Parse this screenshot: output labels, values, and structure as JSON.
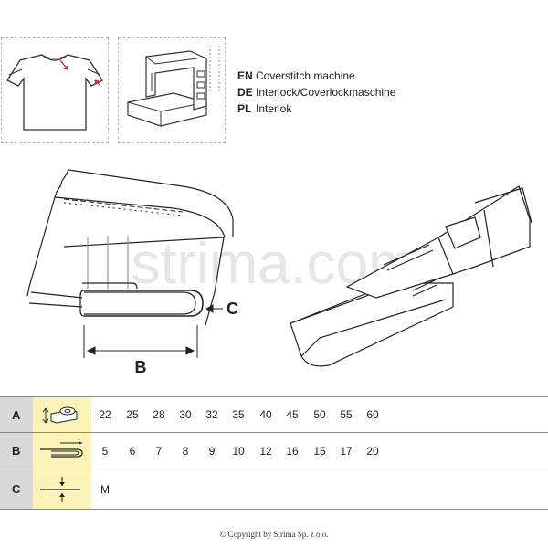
{
  "languages": [
    {
      "code": "EN",
      "text": "Coverstitch machine"
    },
    {
      "code": "DE",
      "text": "Interlock/Coverlockmaschine"
    },
    {
      "code": "PL",
      "text": "Interlok"
    }
  ],
  "diagram": {
    "label_b": "B",
    "label_c": "C"
  },
  "watermark": "strima.com",
  "table": {
    "rows": [
      {
        "letter": "A",
        "icon": "tape-width-icon",
        "values": [
          "22",
          "25",
          "28",
          "30",
          "32",
          "35",
          "40",
          "45",
          "50",
          "55",
          "60"
        ]
      },
      {
        "letter": "B",
        "icon": "fold-width-icon",
        "values": [
          "5",
          "6",
          "7",
          "8",
          "9",
          "10",
          "12",
          "16",
          "15",
          "17",
          "20"
        ]
      },
      {
        "letter": "C",
        "icon": "material-thickness-icon",
        "values": [
          "M"
        ]
      }
    ]
  },
  "copyright": "© Copyright by Strima Sp. z o.o."
}
